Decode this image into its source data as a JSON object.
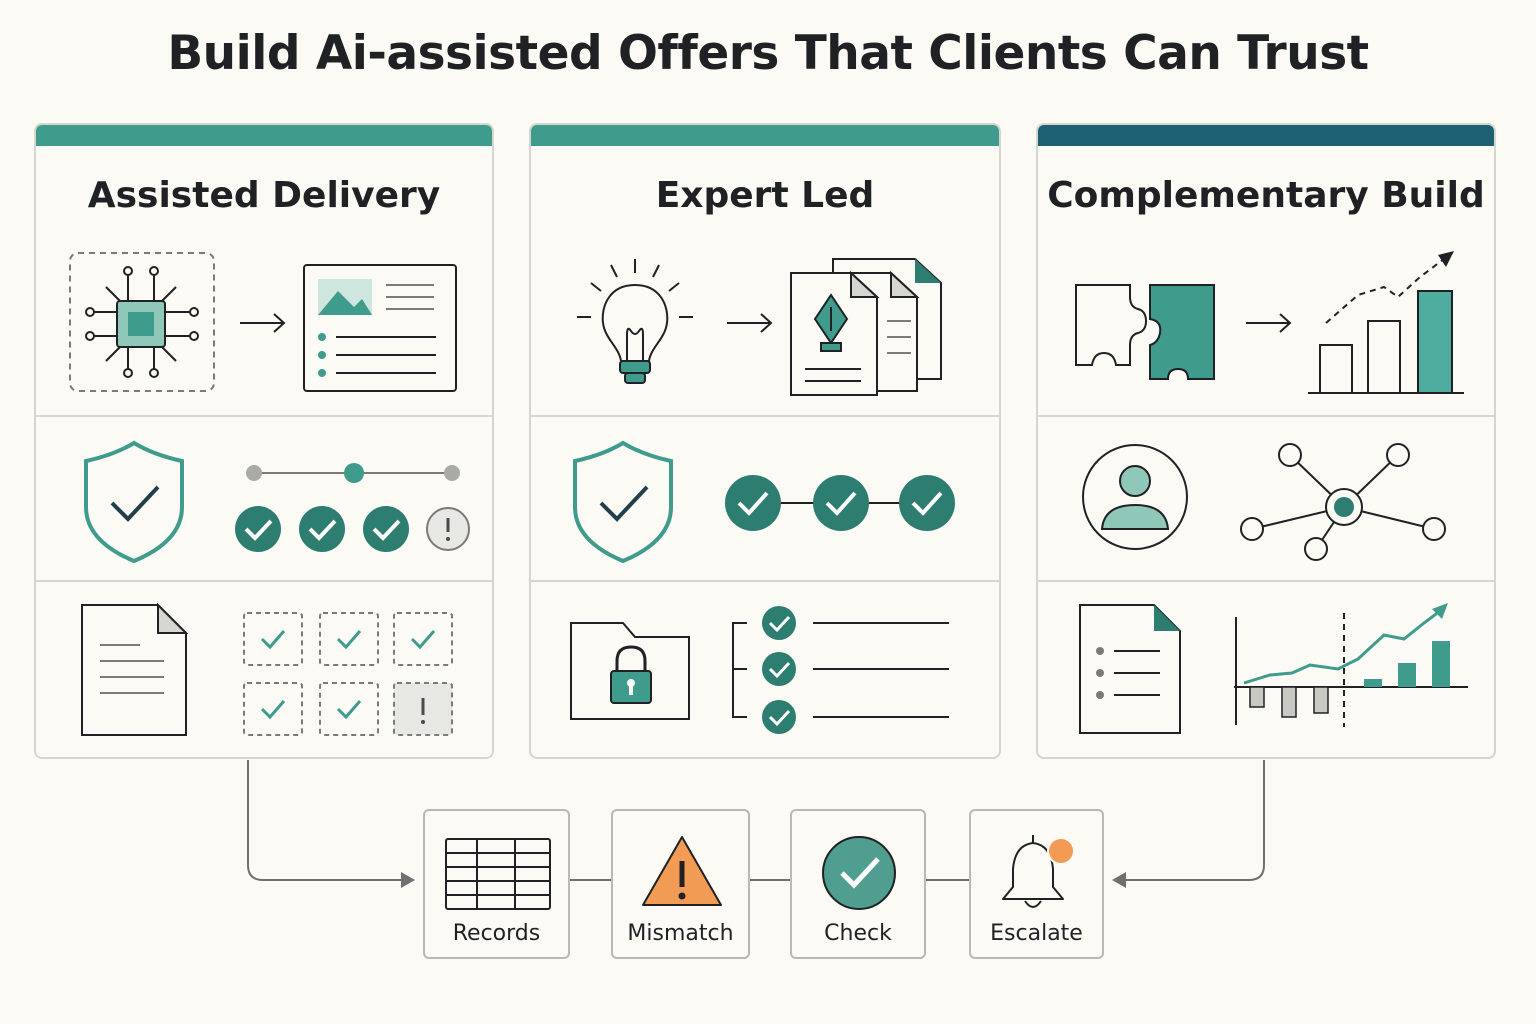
{
  "title": "Build Ai-assisted Offers That Clients Can Trust",
  "colors": {
    "teal": "#3f9b8c",
    "teal_light": "#8fc7b8",
    "teal_dark": "#2e7d71",
    "navy_bar": "#1d5f73",
    "ink": "#1f2124",
    "warning_orange": "#f29b55",
    "gray": "#c9c9c4"
  },
  "panels": [
    {
      "title": "Assisted Delivery",
      "bar_color": "#3f9b8c"
    },
    {
      "title": "Expert Led",
      "bar_color": "#3f9b8c"
    },
    {
      "title": "Complementary Build",
      "bar_color": "#1d5f73"
    }
  ],
  "steps": [
    {
      "label": "Records",
      "icon": "table-icon"
    },
    {
      "label": "Mismatch",
      "icon": "warning-icon"
    },
    {
      "label": "Check",
      "icon": "check-circle-icon"
    },
    {
      "label": "Escalate",
      "icon": "bell-icon"
    }
  ]
}
